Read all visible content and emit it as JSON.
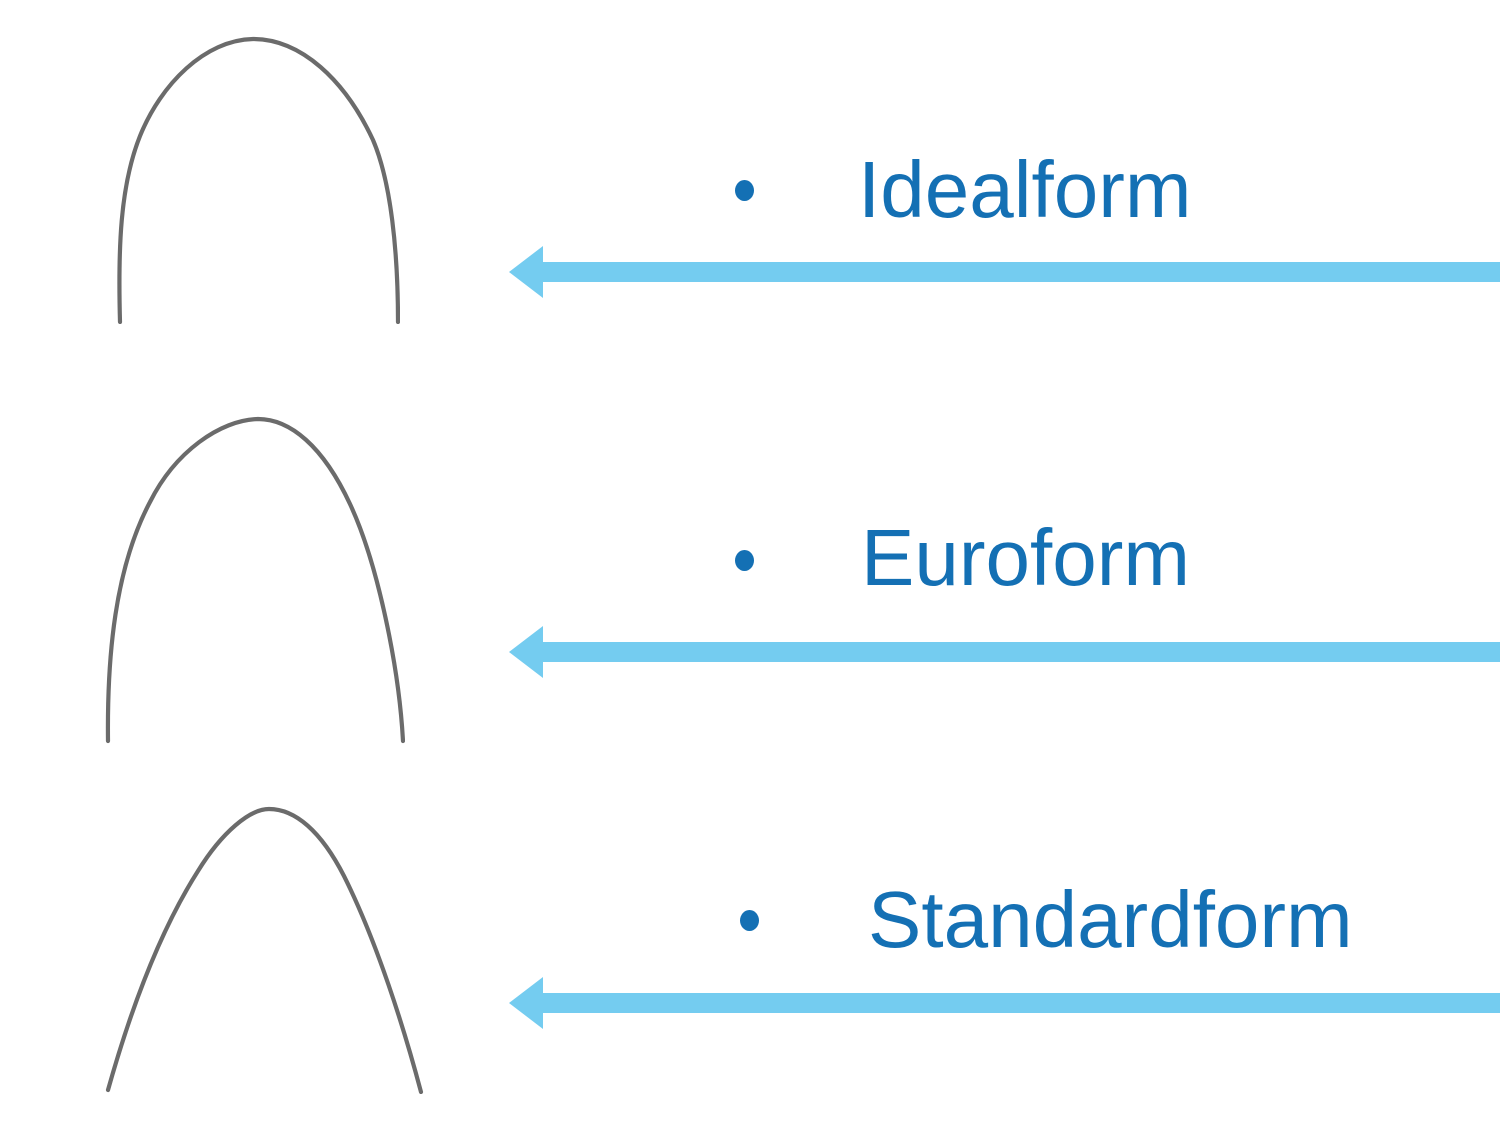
{
  "slide": {
    "background": "#ffffff",
    "description": "Three orthodontic archwire form images on the left, each labeled with a bulleted blue name and a light-blue arrow pointing left from the right edge toward the image."
  },
  "colors": {
    "label_blue": "#1470b4",
    "arrow_blue": "#74ccf0",
    "wire_gray": "#6b6b6b"
  },
  "icons": {
    "bullet": "round-bullet-icon",
    "arrow": "left-pointing-arrow-icon",
    "archwire": "dental-archwire-outline"
  },
  "items": [
    {
      "label": "Idealform"
    },
    {
      "label": "Euroform"
    },
    {
      "label": "Standardform"
    }
  ]
}
